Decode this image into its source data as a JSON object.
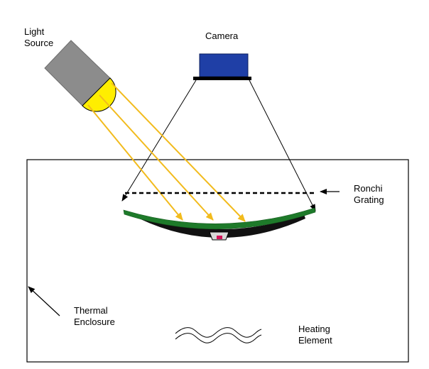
{
  "labels": {
    "light_source": [
      "Light",
      "Source"
    ],
    "camera": "Camera",
    "ronchi_grating": [
      "Ronchi",
      "Grating"
    ],
    "thermal_enclosure": [
      "Thermal",
      "Enclosure"
    ],
    "heating_element": [
      "Heating",
      "Element"
    ]
  },
  "colors": {
    "camera_body": "#1f3fa6",
    "light_housing": "#8c8c8c",
    "light_lens": "#ffee00",
    "light_rays": "#f2bb1d",
    "sample_top_layer": "#1e7a2a",
    "sample_substrate": "#111111",
    "sample_heater_dot": "#d4145a"
  }
}
